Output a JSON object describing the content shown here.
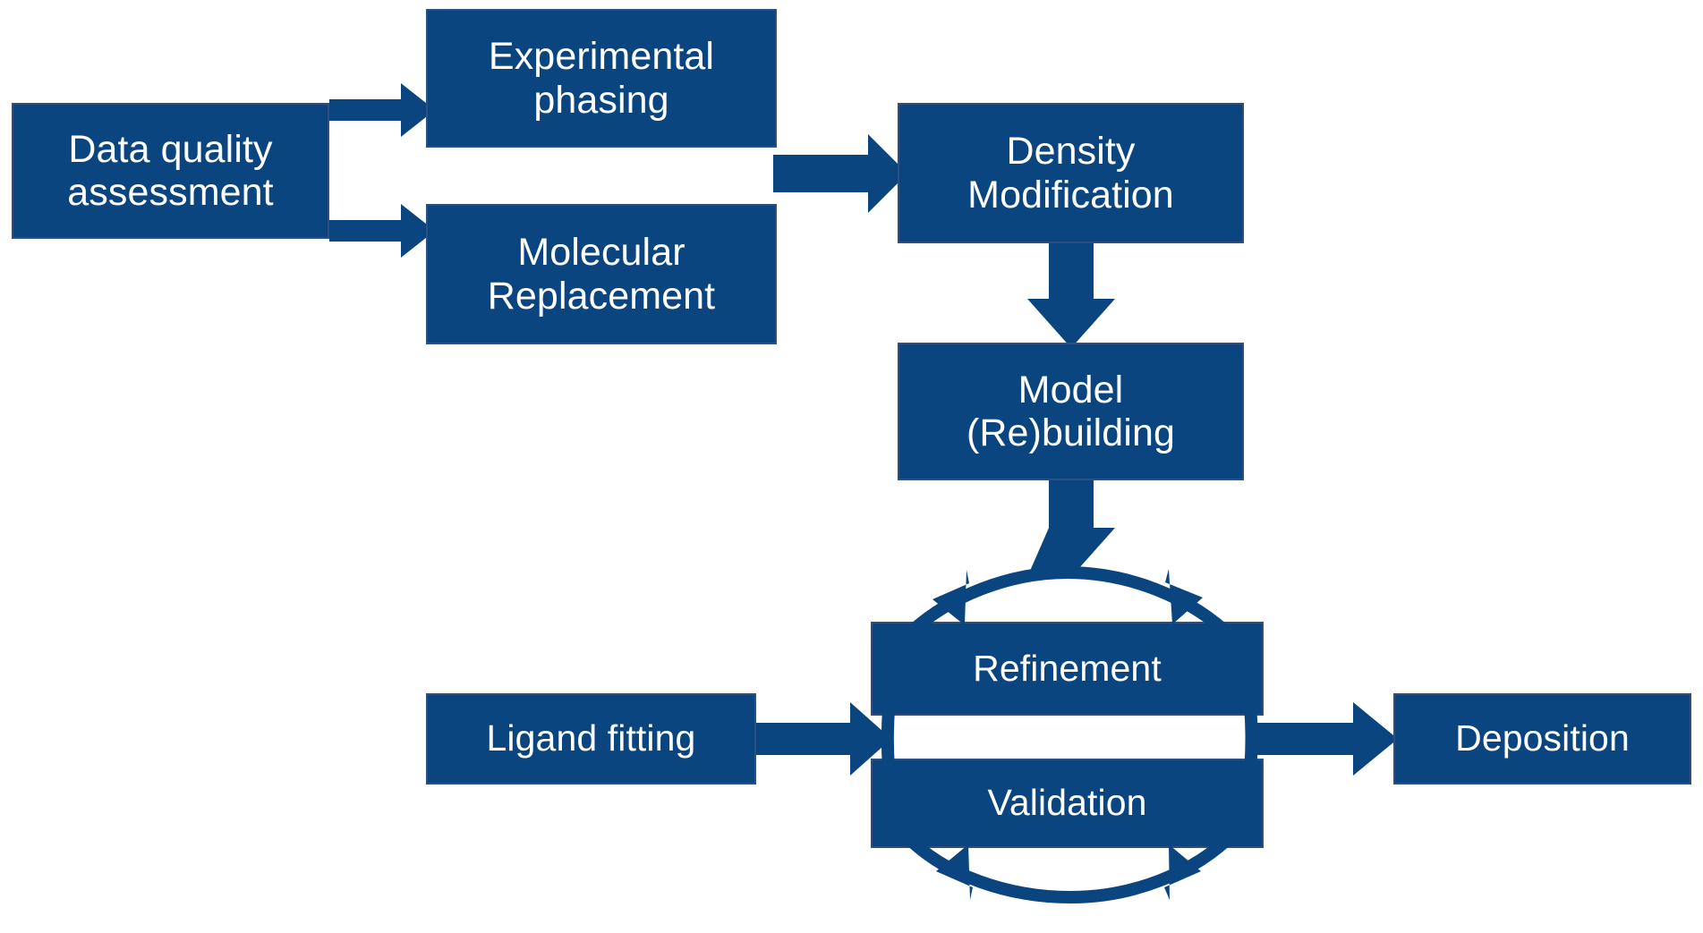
{
  "diagram": {
    "title": "Macromolecular crystallography structure determination workflow",
    "type": "flowchart",
    "colors": {
      "node_fill": "#0B4580",
      "node_border": "#2E4F82",
      "node_text": "#FFFFFF",
      "arrow": "#0B4580",
      "background": "#FFFFFF"
    },
    "nodes": [
      {
        "id": "data-quality-assessment",
        "label_line1": "Data quality",
        "label_line2": "assessment"
      },
      {
        "id": "experimental-phasing",
        "label_line1": "Experimental",
        "label_line2": "phasing"
      },
      {
        "id": "molecular-replacement",
        "label_line1": "Molecular",
        "label_line2": "Replacement"
      },
      {
        "id": "density-modification",
        "label_line1": "Density",
        "label_line2": "Modification"
      },
      {
        "id": "model-rebuilding",
        "label_line1": "Model",
        "label_line2": "(Re)building"
      },
      {
        "id": "refinement",
        "label_line1": "Refinement",
        "label_line2": ""
      },
      {
        "id": "validation",
        "label_line1": "Validation",
        "label_line2": ""
      },
      {
        "id": "ligand-fitting",
        "label_line1": "Ligand fitting",
        "label_line2": ""
      },
      {
        "id": "deposition",
        "label_line1": "Deposition",
        "label_line2": ""
      }
    ],
    "edges": [
      {
        "from": "data-quality-assessment",
        "to": "experimental-phasing",
        "style": "block-arrow",
        "direction": "right"
      },
      {
        "from": "data-quality-assessment",
        "to": "molecular-replacement",
        "style": "block-arrow",
        "direction": "right"
      },
      {
        "from": "experimental-phasing",
        "to": "density-modification",
        "style": "block-arrow",
        "direction": "right"
      },
      {
        "from": "molecular-replacement",
        "to": "density-modification",
        "style": "block-arrow",
        "direction": "right"
      },
      {
        "from": "density-modification",
        "to": "model-rebuilding",
        "style": "block-arrow",
        "direction": "down"
      },
      {
        "from": "model-rebuilding",
        "to": "refinement",
        "style": "block-arrow",
        "direction": "down"
      },
      {
        "from": "ligand-fitting",
        "to": "refinement",
        "style": "block-arrow",
        "direction": "right"
      },
      {
        "from": "validation",
        "to": "deposition",
        "style": "block-arrow",
        "direction": "right"
      },
      {
        "from": "refinement",
        "to": "validation",
        "style": "circular-cycle",
        "direction": "clockwise"
      }
    ]
  },
  "labels": {
    "data_quality_assessment_l1": "Data quality",
    "data_quality_assessment_l2": "assessment",
    "experimental_phasing_l1": "Experimental",
    "experimental_phasing_l2": "phasing",
    "molecular_replacement_l1": "Molecular",
    "molecular_replacement_l2": "Replacement",
    "density_modification_l1": "Density",
    "density_modification_l2": "Modification",
    "model_rebuilding_l1": "Model",
    "model_rebuilding_l2": "(Re)building",
    "refinement": "Refinement",
    "validation": "Validation",
    "ligand_fitting": "Ligand fitting",
    "deposition": "Deposition"
  }
}
